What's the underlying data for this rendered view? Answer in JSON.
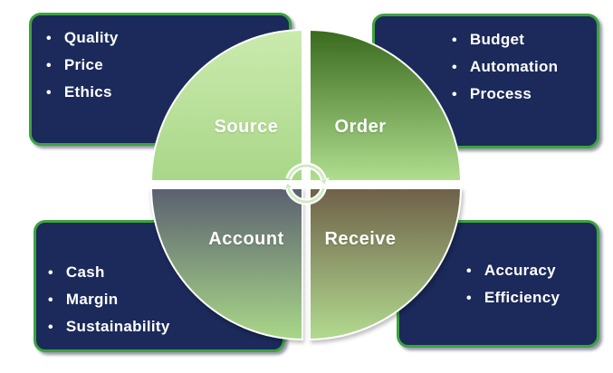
{
  "cycle": {
    "quadrants": [
      {
        "id": "source",
        "label": "Source",
        "gradient_top": "#cbeaae",
        "gradient_bottom": "#a9d788"
      },
      {
        "id": "order",
        "label": "Order",
        "gradient_top": "#3a6a1e",
        "gradient_bottom": "#b0de8f"
      },
      {
        "id": "account",
        "label": "Account",
        "gradient_top": "#5b6170",
        "gradient_bottom": "#a9d788"
      },
      {
        "id": "receive",
        "label": "Receive",
        "gradient_top": "#6f6149",
        "gradient_bottom": "#b2da8f"
      }
    ],
    "center_icon": "cycle-arrows-icon"
  },
  "callouts": [
    {
      "position": "top-left",
      "related_quadrant": "Source",
      "bullet": "•",
      "items": [
        "Quality",
        "Price",
        "Ethics"
      ]
    },
    {
      "position": "top-right",
      "related_quadrant": "Order",
      "bullet": "•",
      "items": [
        "Budget",
        "Automation",
        "Process"
      ]
    },
    {
      "position": "bottom-left",
      "related_quadrant": "Account",
      "bullet": "•",
      "items": [
        "Cash",
        "Margin",
        "Sustainability"
      ]
    },
    {
      "position": "bottom-right",
      "related_quadrant": "Receive",
      "bullet": "•",
      "items": [
        "Accuracy",
        "Efficiency"
      ]
    }
  ],
  "colors": {
    "page_bg": "#ffffff",
    "callout_bg": "#1b2a5a",
    "callout_border": "#3da33e",
    "text": "#ffffff",
    "divider": "#ffffff",
    "icon_stroke": "#ffffff",
    "icon_core": "#cde9c0"
  }
}
